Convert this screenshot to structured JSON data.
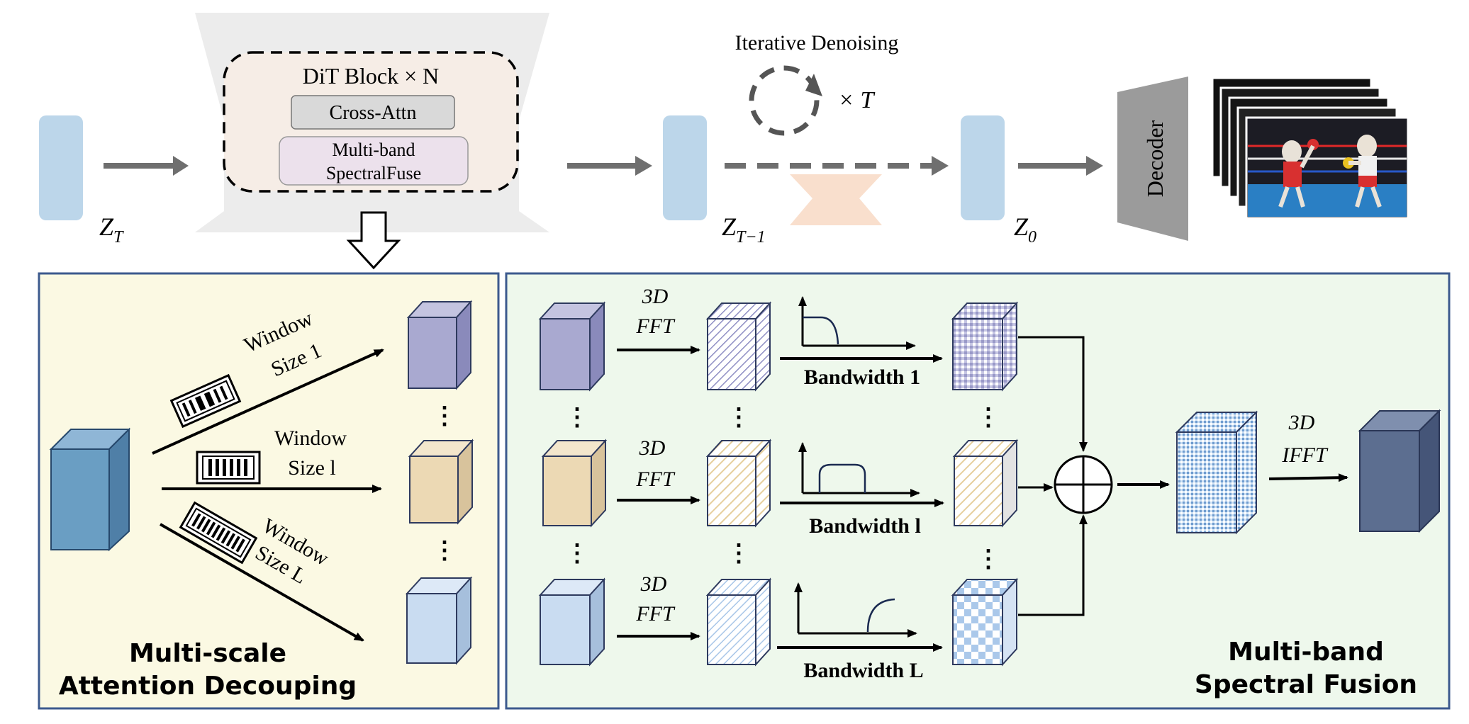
{
  "top": {
    "dit_title": "DiT Block × N",
    "cross_attn": "Cross-Attn",
    "spectral_line1": "Multi-band",
    "spectral_line2": "SpectralFuse",
    "iterative_label": "Iterative Denoising",
    "iter_times": "× T",
    "z_T": "Z",
    "z_T_sub": "T",
    "z_T1": "Z",
    "z_T1_sub": "T−1",
    "z_0": "Z",
    "z_0_sub": "0",
    "decoder": "Decoder"
  },
  "left_panel": {
    "title_line1": "Multi-scale",
    "title_line2": "Attention Decouping",
    "w1_line1": "Window",
    "w1_line2": "Size 1",
    "wl_line1": "Window",
    "wl_line2": "Size l",
    "wL_line1": "Window",
    "wL_line2": "Size L"
  },
  "right_panel": {
    "title_line1": "Multi-band",
    "title_line2": "Spectral Fusion",
    "fft_a": "3D",
    "fft_b": "FFT",
    "ifft_a": "3D",
    "ifft_b": "IFFT",
    "bw1": "Bandwidth 1",
    "bwl": "Bandwidth l",
    "bwL": "Bandwidth L"
  },
  "colors": {
    "latent": "#bcd6ea",
    "arrow_gray": "#6f6f6f",
    "left_bg": "#fbf9e3",
    "right_bg": "#eef8ec",
    "panel_border": "#3c5a8e",
    "cube_purple": "#a9a9d0",
    "cube_tan": "#ecd9b4",
    "cube_lightblue": "#c9dcf1",
    "cube_steel": "#6a9ec3",
    "cube_dark": "#5c6e90"
  }
}
